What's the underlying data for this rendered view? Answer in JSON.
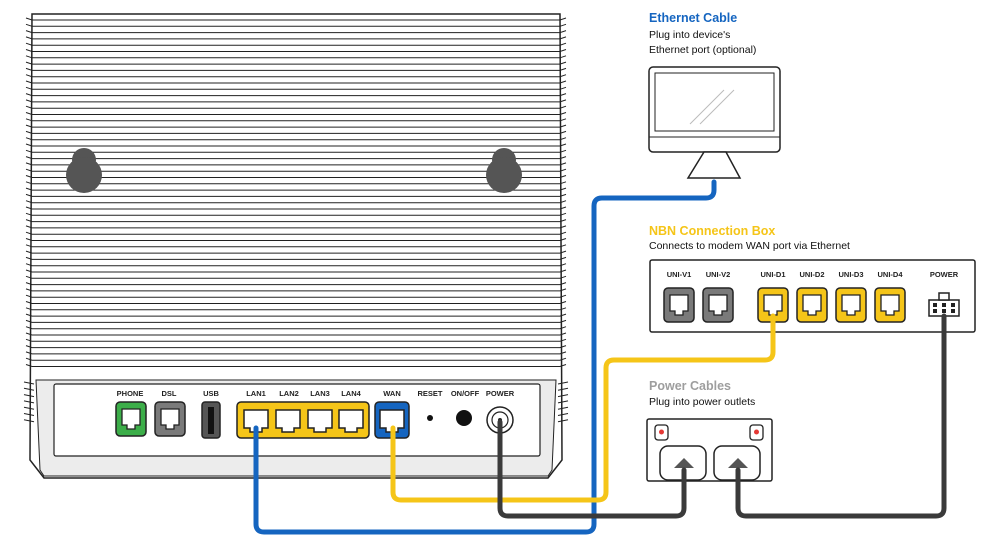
{
  "ethernet_cable": {
    "title": "Ethernet Cable",
    "line1": "Plug into device's",
    "line2": "Ethernet port (optional)",
    "color": "#1565c0"
  },
  "nbn_box": {
    "title": "NBN Connection Box",
    "subtitle": "Connects to modem WAN port via Ethernet",
    "color": "#f5c518",
    "ports": [
      "UNI-V1",
      "UNI-V2",
      "UNI-D1",
      "UNI-D2",
      "UNI-D3",
      "UNI-D4",
      "POWER"
    ]
  },
  "power_cables": {
    "title": "Power Cables",
    "subtitle": "Plug into power outlets",
    "color": "#9e9e9e"
  },
  "modem": {
    "ports": [
      "PHONE",
      "DSL",
      "USB",
      "LAN1",
      "LAN2",
      "LAN3",
      "LAN4",
      "WAN",
      "RESET",
      "ON/OFF",
      "POWER"
    ]
  },
  "colors": {
    "phone_port": "#3cae49",
    "dsl_port": "#7a7a7a",
    "lan_ports": "#f5c518",
    "wan_port": "#1565c0",
    "power_cable": "#3a3a3a"
  }
}
